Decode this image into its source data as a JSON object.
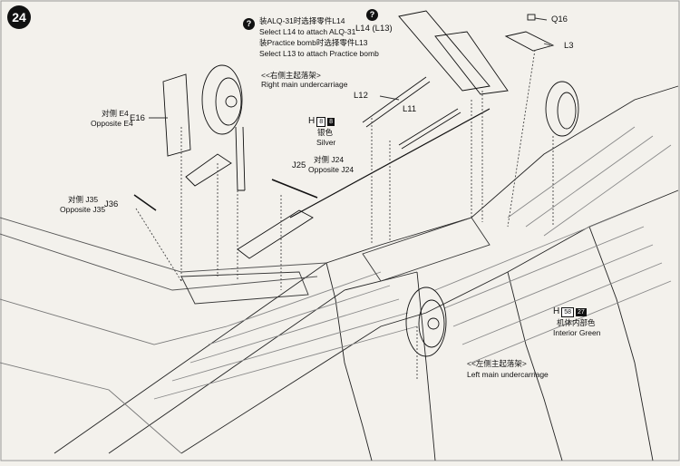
{
  "step_number": "24",
  "notes": {
    "alq_cn": "装ALQ-31时选择零件L14",
    "alq_en": "Select L14 to attach ALQ-31",
    "bomb_cn": "装Practice bomb时选择零件L13",
    "bomb_en": "Select L13 to attach Practice bomb",
    "right_cn": "<<右侧主起落架>",
    "right_en": "Right main undercarriage",
    "left_cn": "<<左侧主起落架>",
    "left_en": "Left main undercarriage"
  },
  "parts": {
    "l14": "L14",
    "l13": "(L13)",
    "q16": "Q16",
    "l3": "L3",
    "l12": "L12",
    "l11": "L11",
    "e16": "E16",
    "e4_cn": "对侧 E4",
    "e4_en": "Opposite E4",
    "j25": "J25",
    "j24_cn": "对侧 J24",
    "j24_en": "Opposite J24",
    "j36": "J36",
    "j35_cn": "对侧 J35",
    "j35_en": "Opposite J35"
  },
  "paints": {
    "silver": {
      "prefix": "H",
      "code1": "8",
      "code2": "8",
      "cn": "银色",
      "en": "Silver"
    },
    "green": {
      "prefix": "H",
      "code1": "58",
      "code2": "27",
      "cn": "机体内部色",
      "en": "Interior Green"
    }
  }
}
